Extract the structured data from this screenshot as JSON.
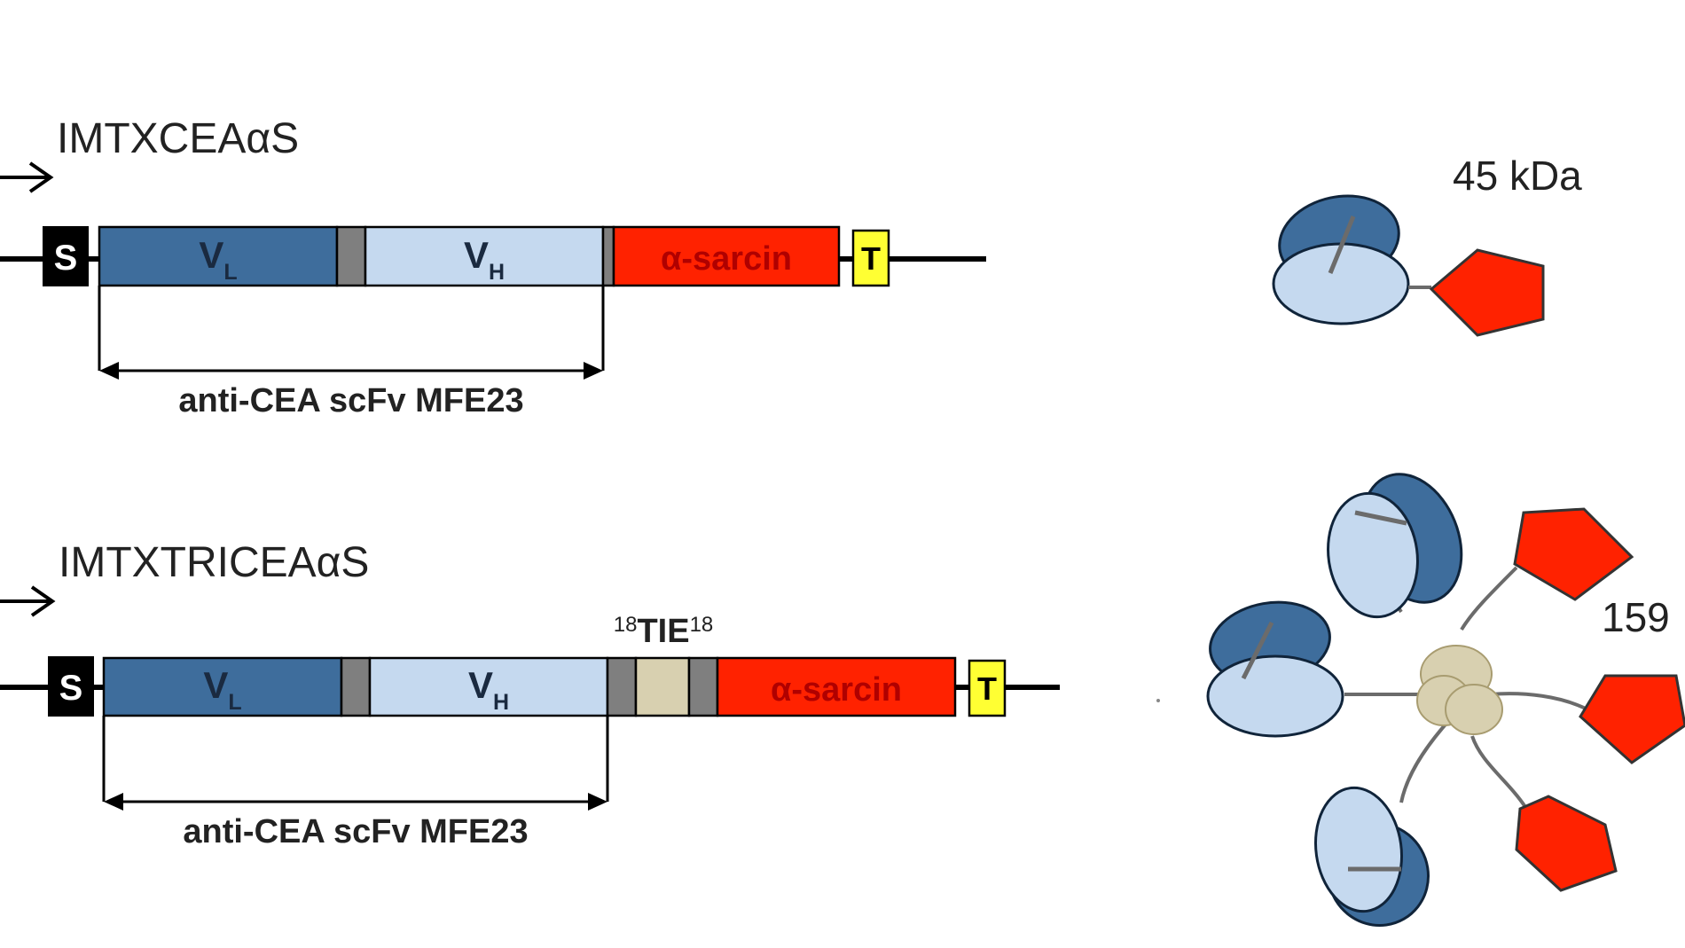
{
  "constructs": [
    {
      "name": "IMTXCEAαS",
      "signal": "S",
      "vl": {
        "main": "V",
        "sub": "L"
      },
      "vh": {
        "main": "V",
        "sub": "H"
      },
      "toxin": "α-sarcin",
      "terminator": "T",
      "scfv_label": "anti-CEA scFv MFE23",
      "mass": "45 kDa"
    },
    {
      "name": "IMTXTRICEAαS",
      "signal": "S",
      "vl": {
        "main": "V",
        "sub": "L"
      },
      "vh": {
        "main": "V",
        "sub": "H"
      },
      "trimer_domain": {
        "pre": "18",
        "main": "TIE",
        "post": "18"
      },
      "toxin": "α-sarcin",
      "terminator": "T",
      "scfv_label": "anti-CEA scFv MFE23",
      "mass": "159"
    }
  ],
  "colors": {
    "vl": "#3e6d9c",
    "vh": "#c5d9ef",
    "linker": "#7f7f7f",
    "trimer": "#d8d0b0",
    "toxin": "#ff2200",
    "toxin_text": "#c00000",
    "signal": "#000000",
    "terminator": "#ffff33"
  }
}
